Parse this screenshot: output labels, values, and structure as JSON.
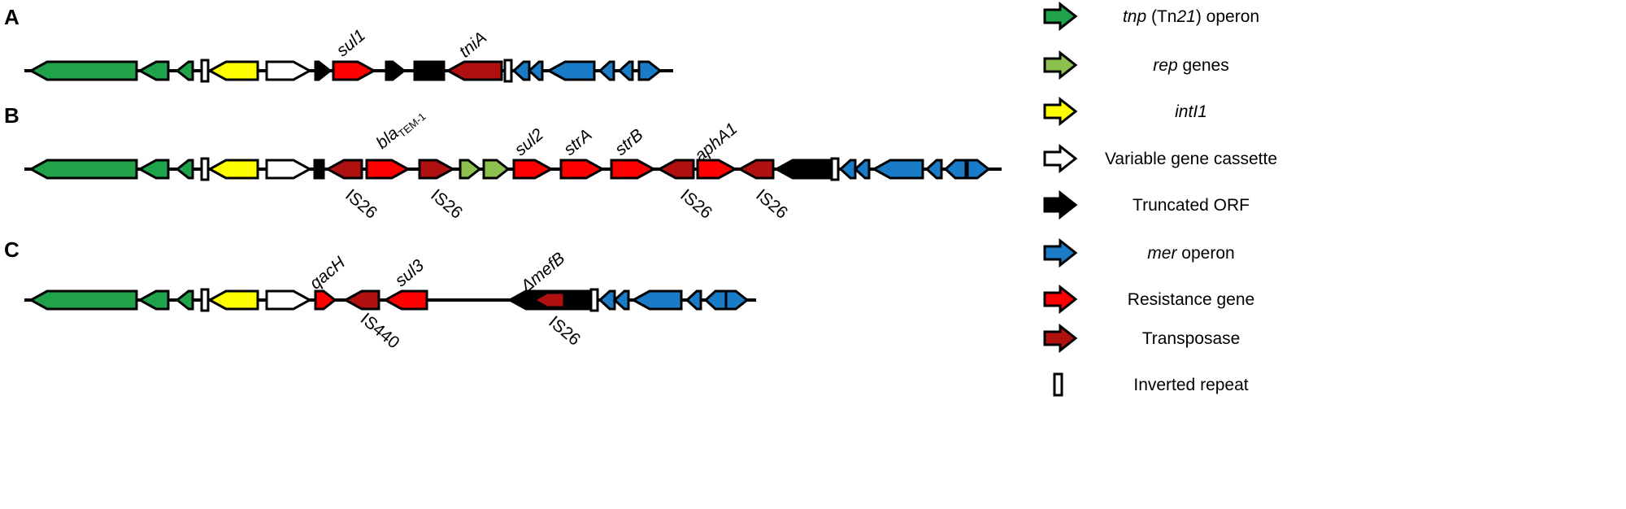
{
  "colors": {
    "tnp": "#1fa24a",
    "rep": "#8dc04f",
    "intI1": "#ffff00",
    "cassette": "#ffffff",
    "truncated": "#000000",
    "mer": "#1a7cc7",
    "resistance": "#ff0000",
    "transposase": "#b01010"
  },
  "panels": [
    {
      "id": "A",
      "label": "A"
    },
    {
      "id": "B",
      "label": "B"
    },
    {
      "id": "C",
      "label": "C"
    }
  ],
  "gene_labels": {
    "sul1": "sul1",
    "tniA": "tniA",
    "bla_main": "bla",
    "bla_sub": "TEM-1",
    "sul2": "sul2",
    "strA": "strA",
    "strB": "strB",
    "aphA1": "aphA1",
    "qacH": "qacH",
    "sul3": "sul3",
    "mefB": "ΔmefB"
  },
  "is_labels": {
    "IS26": "IS26",
    "IS440": "IS440"
  },
  "legend": [
    {
      "key": "tnp",
      "parts": [
        {
          "t": "tnp",
          "i": true
        },
        {
          "t": " (Tn",
          "i": false
        },
        {
          "t": "21",
          "i": true
        },
        {
          "t": ") operon",
          "i": false
        }
      ]
    },
    {
      "key": "rep",
      "parts": [
        {
          "t": "rep",
          "i": true
        },
        {
          "t": " genes",
          "i": false
        }
      ]
    },
    {
      "key": "intI1",
      "parts": [
        {
          "t": "intI1",
          "i": true
        }
      ]
    },
    {
      "key": "cassette",
      "parts": [
        {
          "t": "Variable gene cassette",
          "i": false
        }
      ]
    },
    {
      "key": "truncated",
      "parts": [
        {
          "t": "Truncated ORF",
          "i": false
        }
      ]
    },
    {
      "key": "mer",
      "parts": [
        {
          "t": "mer",
          "i": true
        },
        {
          "t": " operon",
          "i": false
        }
      ]
    },
    {
      "key": "resistance",
      "parts": [
        {
          "t": "Resistance gene",
          "i": false
        }
      ]
    },
    {
      "key": "transposase",
      "parts": [
        {
          "t": "Transposase",
          "i": false
        }
      ]
    },
    {
      "key": "ir",
      "parts": [
        {
          "t": "Inverted repeat",
          "i": false
        }
      ]
    }
  ]
}
